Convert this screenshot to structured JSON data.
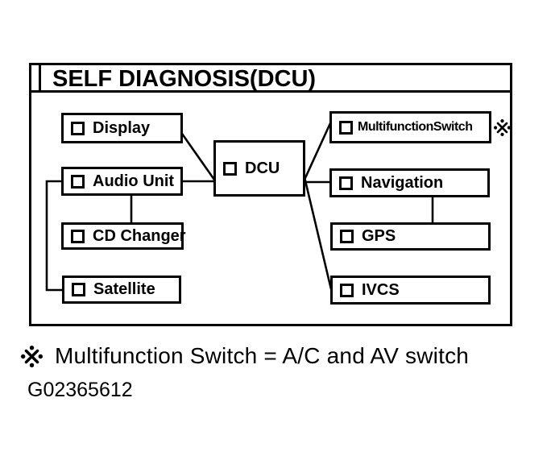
{
  "title": "SELF DIAGNOSIS(DCU)",
  "diagram": {
    "nodes": [
      {
        "id": "display",
        "label": "Display"
      },
      {
        "id": "audio-unit",
        "label": "Audio Unit"
      },
      {
        "id": "cd-changer",
        "label": "CD Changer"
      },
      {
        "id": "satellite",
        "label": "Satellite"
      },
      {
        "id": "dcu",
        "label": "DCU"
      },
      {
        "id": "multifunction-switch",
        "label": "MultifunctionSwitch",
        "marker": "※"
      },
      {
        "id": "navigation",
        "label": "Navigation"
      },
      {
        "id": "gps",
        "label": "GPS"
      },
      {
        "id": "ivcs",
        "label": "IVCS"
      }
    ],
    "connections": [
      {
        "from": "display",
        "to": "dcu"
      },
      {
        "from": "audio-unit",
        "to": "dcu"
      },
      {
        "from": "audio-unit",
        "to": "cd-changer"
      },
      {
        "from": "audio-unit",
        "to": "satellite"
      },
      {
        "from": "multifunction-switch",
        "to": "dcu"
      },
      {
        "from": "navigation",
        "to": "dcu"
      },
      {
        "from": "navigation",
        "to": "gps"
      },
      {
        "from": "dcu",
        "to": "ivcs"
      }
    ]
  },
  "footnote": {
    "marker": "※",
    "text": "Multifunction Switch = A/C and AV switch"
  },
  "figure_id": "G02365612",
  "colors": {
    "ink": "#000000",
    "background": "#ffffff"
  }
}
